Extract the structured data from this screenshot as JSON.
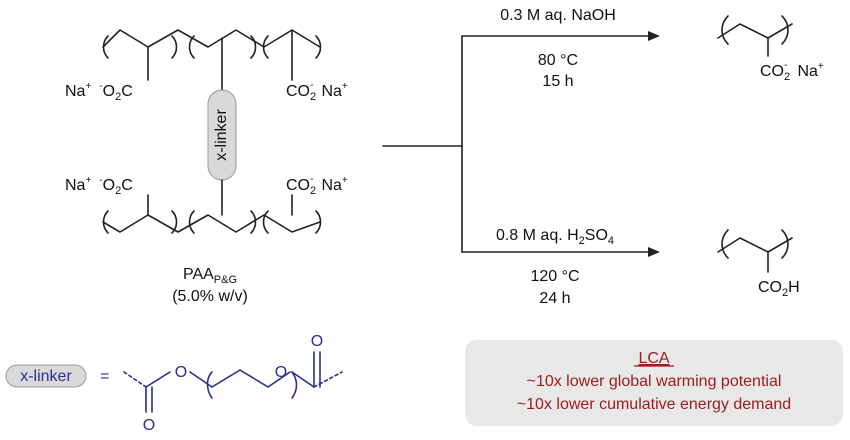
{
  "polymer": {
    "na_plus": "Na",
    "plus": "+",
    "minus": "-",
    "o2c_O": "O",
    "o2c_2": "2",
    "o2c_C": "C",
    "co2_CO": "CO",
    "co2_2": "2",
    "xlinker_label": "x-linker",
    "name_main": "PAA",
    "name_sub": "P&G",
    "concentration": "(5.0% w/v)"
  },
  "upper_reaction": {
    "reagent": "0.3 M aq. NaOH",
    "temperature": "80 °C",
    "time": "15 h",
    "product_CO": "CO",
    "product_2": "2",
    "product_minus": "-",
    "product_Na": "Na",
    "product_plus": "+"
  },
  "lower_reaction": {
    "reagent_pre": "0.8 M aq. H",
    "reagent_sub": "2",
    "reagent_post": "SO",
    "reagent_sub2": "4",
    "temperature": "120 °C",
    "time": "24 h",
    "product_CO": "CO",
    "product_2": "2",
    "product_H": "H"
  },
  "legend": {
    "xlinker_label": "x-linker",
    "equals": "=",
    "O": "O"
  },
  "lca": {
    "title": "LCA",
    "line1": "~10x lower global warming potential",
    "line2": "~10x lower cumulative energy demand"
  },
  "colors": {
    "ink": "#111111",
    "legend_blue": "#2a2f8f",
    "lca_red": "#9b1c1c",
    "box_fill": "#e8e8e8",
    "pill_fill": "#d9d9d9"
  }
}
